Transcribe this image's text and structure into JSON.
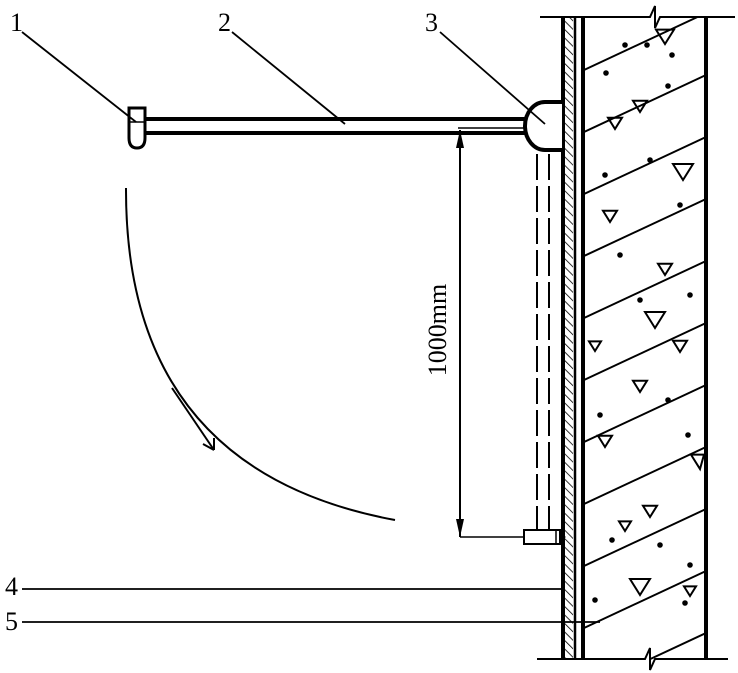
{
  "labels": [
    "1",
    "2",
    "3",
    "4",
    "5"
  ],
  "dimension": "1000mm",
  "colors": {
    "line": "#000000",
    "background": "#ffffff"
  }
}
